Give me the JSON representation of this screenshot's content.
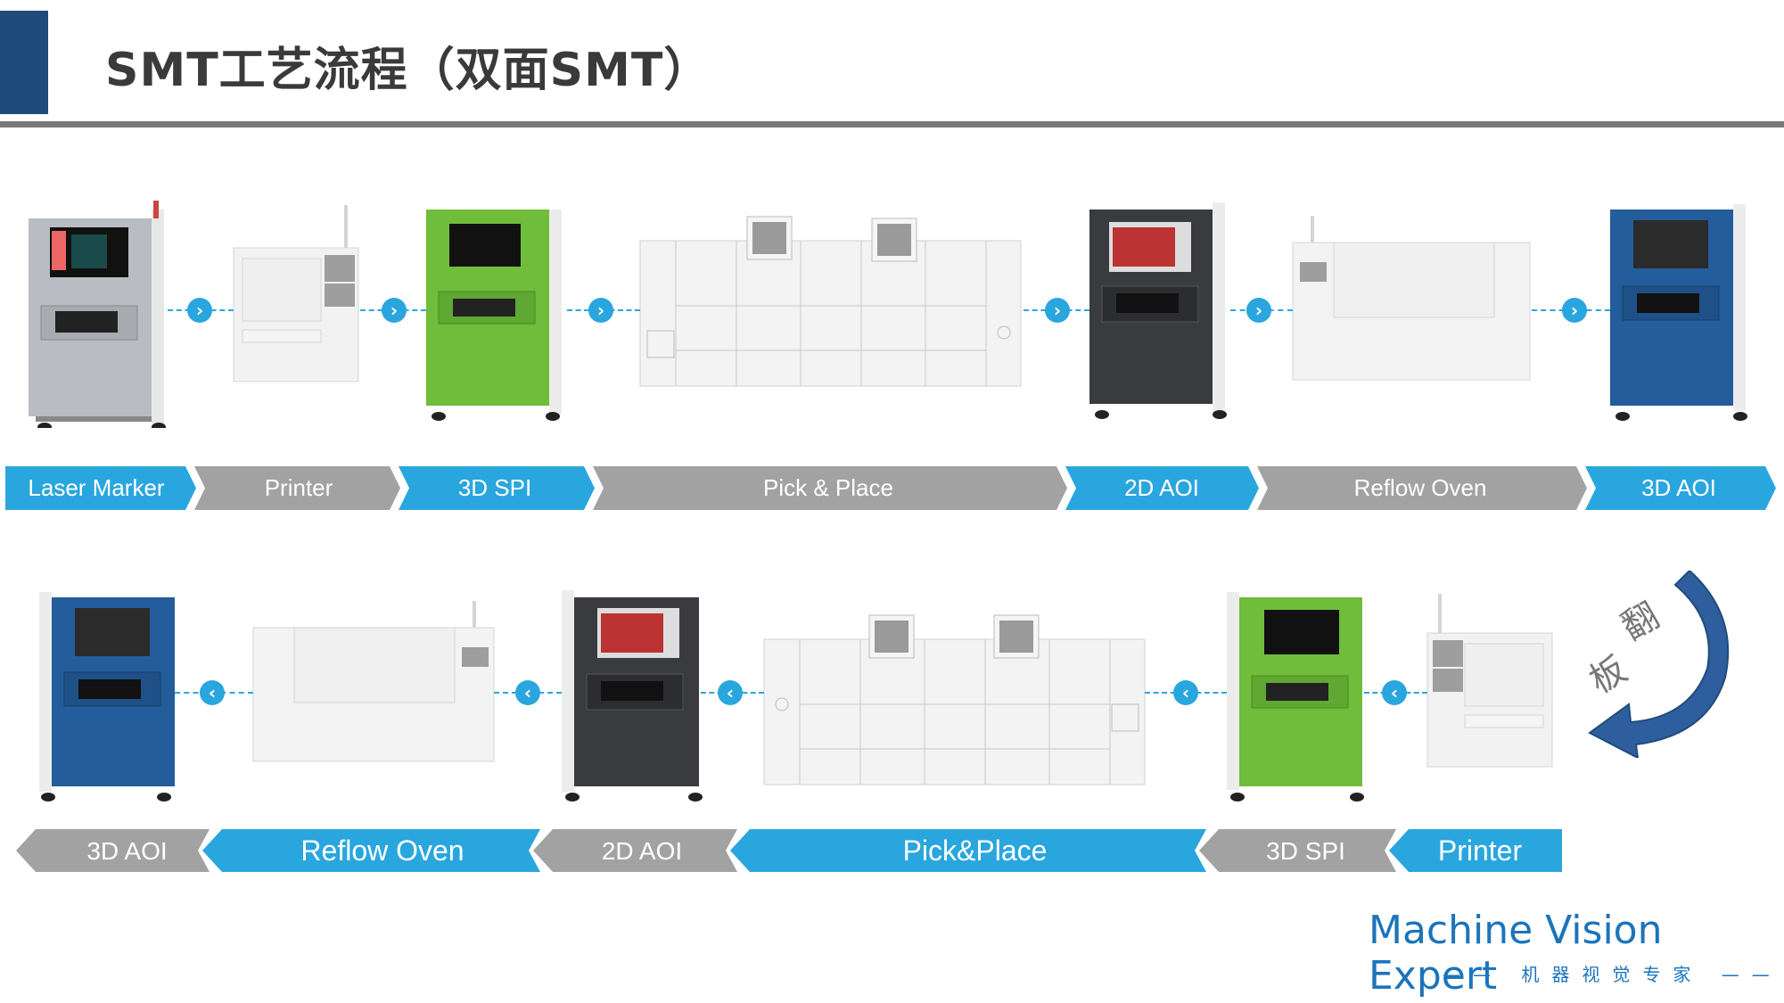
{
  "header": {
    "title": "SMT工艺流程（双面SMT）",
    "accent_color": "#1f4b7c"
  },
  "colors": {
    "blue": "#2aa6df",
    "gray": "#a2a2a2",
    "arrow_blue": "#2f5e9e",
    "brand_blue": "#1b74bb"
  },
  "top_row": {
    "direction": "left-to-right",
    "stages": [
      {
        "label": "Laser Marker",
        "color": "blue",
        "machine": "laser-marker-machine"
      },
      {
        "label": "Printer",
        "color": "gray",
        "machine": "printer-machine"
      },
      {
        "label": "3D SPI",
        "color": "blue",
        "machine": "3d-spi-machine"
      },
      {
        "label": "Pick & Place",
        "color": "gray",
        "machine": "pick-and-place-machine"
      },
      {
        "label": "2D AOI",
        "color": "blue",
        "machine": "2d-aoi-machine"
      },
      {
        "label": "Reflow Oven",
        "color": "gray",
        "machine": "reflow-oven-machine"
      },
      {
        "label": "3D AOI",
        "color": "blue",
        "machine": "3d-aoi-machine"
      }
    ]
  },
  "bottom_row": {
    "direction": "right-to-left",
    "stages": [
      {
        "label": "3D AOI",
        "color": "gray",
        "machine": "3d-aoi-machine"
      },
      {
        "label": "Reflow Oven",
        "color": "blue",
        "machine": "reflow-oven-machine"
      },
      {
        "label": "2D AOI",
        "color": "gray",
        "machine": "2d-aoi-machine"
      },
      {
        "label": "Pick&Place",
        "color": "blue",
        "machine": "pick-and-place-machine"
      },
      {
        "label": "3D SPI",
        "color": "gray",
        "machine": "3d-spi-machine"
      },
      {
        "label": "Printer",
        "color": "blue",
        "machine": "printer-machine"
      }
    ]
  },
  "flip": {
    "char1": "翻",
    "char2": "板",
    "icon": "curved-arrow-icon"
  },
  "footer": {
    "brand": "Machine Vision Expert",
    "subtitle": "—— 机器视觉专家 ——"
  }
}
